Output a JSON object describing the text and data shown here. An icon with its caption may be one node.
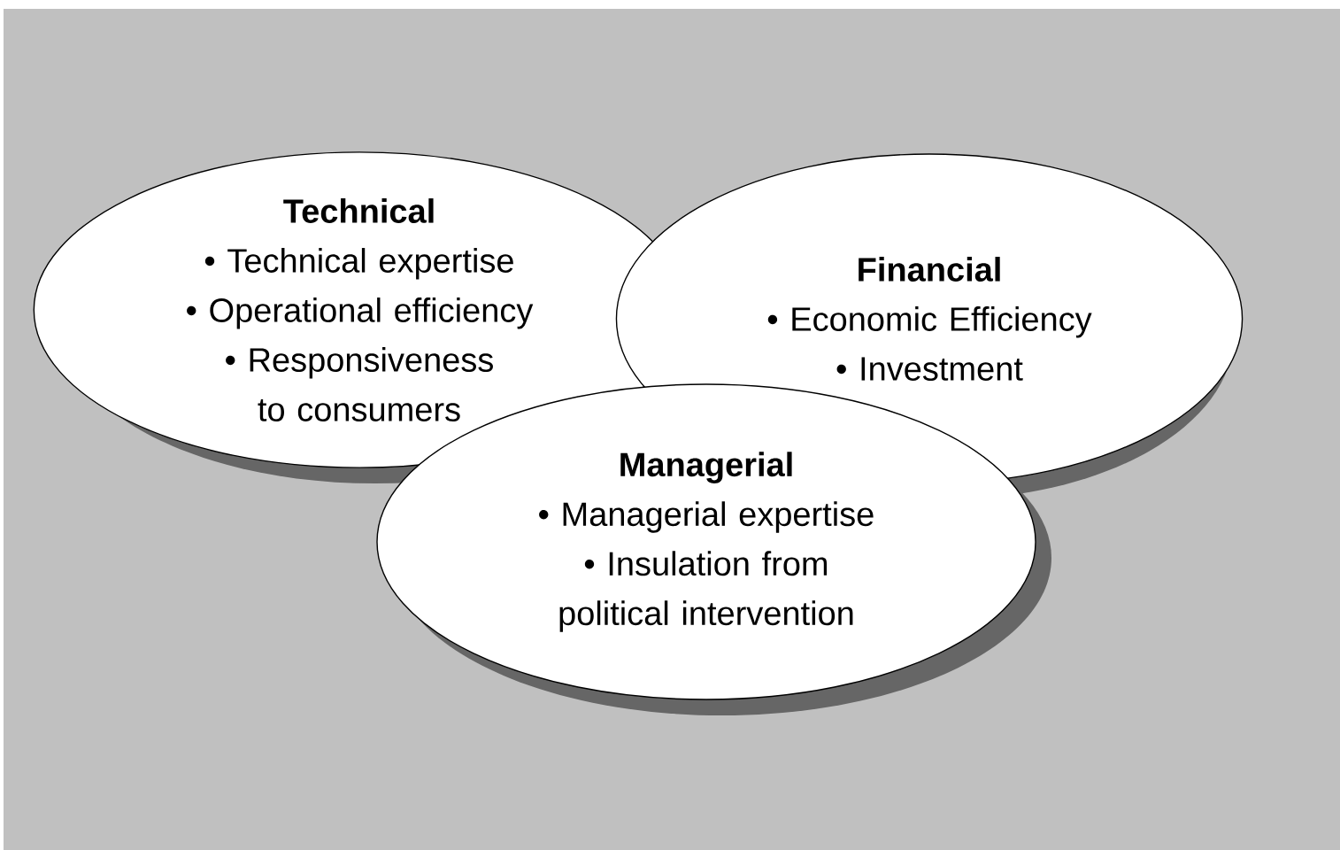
{
  "diagram": {
    "nodes": [
      {
        "text": [
          "Technical",
          "• Technical expertise",
          "• Operational efficiency",
          "• Responsiveness to consumers"
        ]
      },
      {
        "text": [
          "Financial",
          "• Economic Efficiency",
          "• Investment"
        ]
      },
      {
        "text": [
          "Managerial",
          "• Managerial expertise",
          "• Insulation from political intervention"
        ]
      }
    ]
  }
}
